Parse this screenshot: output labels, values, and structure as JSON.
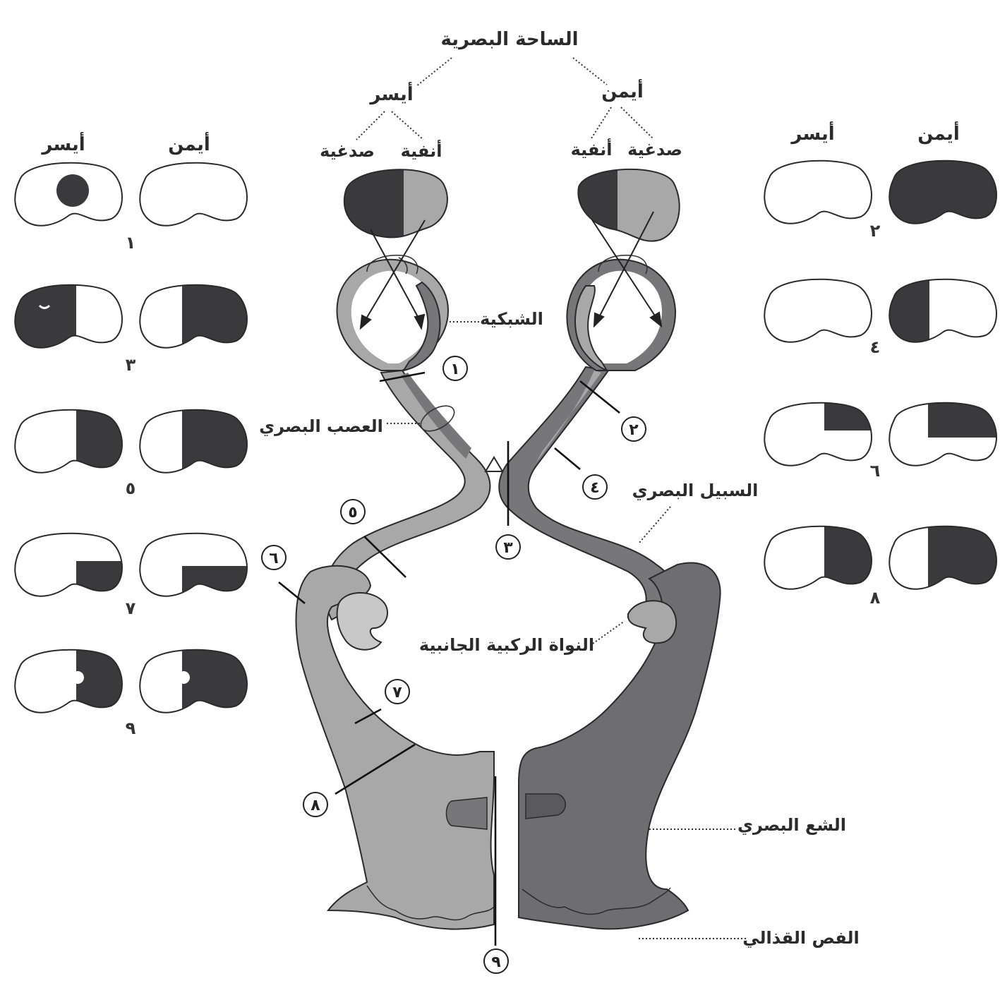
{
  "labels": {
    "visual_field": "الساحة البصرية",
    "left": "أيسر",
    "right": "أيمن",
    "temporal": "صدغية",
    "nasal": "أنفية",
    "retina": "الشبكية",
    "optic_nerve": "العصب البصري",
    "optic_tract": "السبيل البصري",
    "lgn": "النواة الركبية الجانبية",
    "optic_radiation": "الشع البصري",
    "occipital_lobe": "الفص القذالي"
  },
  "panel_headers": {
    "left_panel": {
      "right": "أيمن",
      "left": "أيسر"
    },
    "right_panel": {
      "right": "أيمن",
      "left": "أيسر"
    }
  },
  "lesion_numbers": [
    "١",
    "٢",
    "٣",
    "٤",
    "٥",
    "٦",
    "٧",
    "٨",
    "٩"
  ],
  "colors": {
    "dark": "#3a3a3c",
    "mid": "#77777a",
    "light": "#a8a8a8",
    "lighter": "#c8c8c8",
    "white": "#ffffff"
  }
}
